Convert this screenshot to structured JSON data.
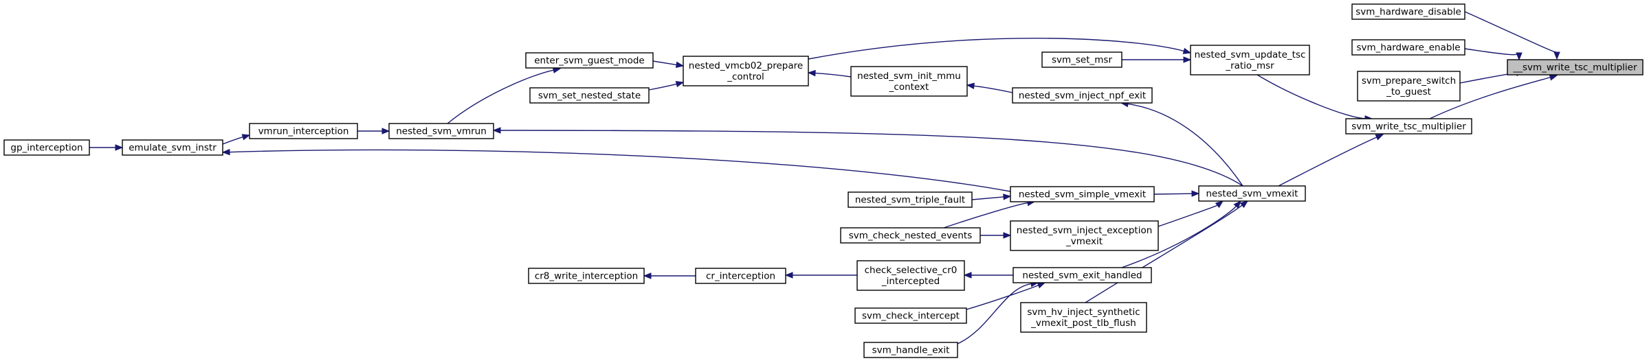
{
  "graph": {
    "edge_color": "#191970",
    "highlight_color": "#bfbfbf",
    "nodes": [
      {
        "id": "write_tsc_mult",
        "lines": [
          "__svm_write_tsc_multiplier"
        ],
        "highlight": true
      },
      {
        "id": "hw_disable",
        "lines": [
          "svm_hardware_disable"
        ]
      },
      {
        "id": "hw_enable",
        "lines": [
          "svm_hardware_enable"
        ]
      },
      {
        "id": "prepare_switch",
        "lines": [
          "svm_prepare_switch",
          "_to_guest"
        ]
      },
      {
        "id": "svm_write_tsc",
        "lines": [
          "svm_write_tsc_multiplier"
        ]
      },
      {
        "id": "update_tsc",
        "lines": [
          "nested_svm_update_tsc",
          "_ratio_msr"
        ]
      },
      {
        "id": "set_msr",
        "lines": [
          "svm_set_msr"
        ]
      },
      {
        "id": "vmexit",
        "lines": [
          "nested_svm_vmexit"
        ]
      },
      {
        "id": "vmcb02",
        "lines": [
          "nested_vmcb02_prepare",
          "_control"
        ]
      },
      {
        "id": "inject_npf",
        "lines": [
          "nested_svm_inject_npf_exit"
        ]
      },
      {
        "id": "vmrun",
        "lines": [
          "nested_svm_vmrun"
        ]
      },
      {
        "id": "simple_vmexit",
        "lines": [
          "nested_svm_simple_vmexit"
        ]
      },
      {
        "id": "inject_exc",
        "lines": [
          "nested_svm_inject_exception",
          "_vmexit"
        ]
      },
      {
        "id": "exit_handled",
        "lines": [
          "nested_svm_exit_handled"
        ]
      },
      {
        "id": "hv_inject",
        "lines": [
          "svm_hv_inject_synthetic",
          "_vmexit_post_tlb_flush"
        ]
      },
      {
        "id": "enter_guest",
        "lines": [
          "enter_svm_guest_mode"
        ]
      },
      {
        "id": "set_nested",
        "lines": [
          "svm_set_nested_state"
        ]
      },
      {
        "id": "init_mmu",
        "lines": [
          "nested_svm_init_mmu",
          "_context"
        ]
      },
      {
        "id": "vmrun_int",
        "lines": [
          "vmrun_interception"
        ]
      },
      {
        "id": "emulate",
        "lines": [
          "emulate_svm_instr"
        ]
      },
      {
        "id": "gp_int",
        "lines": [
          "gp_interception"
        ]
      },
      {
        "id": "triple_fault",
        "lines": [
          "nested_svm_triple_fault"
        ]
      },
      {
        "id": "check_nested",
        "lines": [
          "svm_check_nested_events"
        ]
      },
      {
        "id": "check_cr0",
        "lines": [
          "check_selective_cr0",
          "_intercepted"
        ]
      },
      {
        "id": "cr_int",
        "lines": [
          "cr_interception"
        ]
      },
      {
        "id": "cr8_write",
        "lines": [
          "cr8_write_interception"
        ]
      },
      {
        "id": "check_intercept",
        "lines": [
          "svm_check_intercept"
        ]
      },
      {
        "id": "handle_exit",
        "lines": [
          "svm_handle_exit"
        ]
      }
    ],
    "edges": [
      {
        "from": "hw_disable",
        "to": "write_tsc_mult"
      },
      {
        "from": "hw_enable",
        "to": "write_tsc_mult"
      },
      {
        "from": "prepare_switch",
        "to": "write_tsc_mult"
      },
      {
        "from": "svm_write_tsc",
        "to": "write_tsc_mult"
      },
      {
        "from": "update_tsc",
        "to": "svm_write_tsc"
      },
      {
        "from": "vmexit",
        "to": "svm_write_tsc"
      },
      {
        "from": "vmcb02",
        "to": "update_tsc"
      },
      {
        "from": "set_msr",
        "to": "update_tsc"
      },
      {
        "from": "enter_guest",
        "to": "vmcb02"
      },
      {
        "from": "set_nested",
        "to": "vmcb02"
      },
      {
        "from": "vmrun",
        "to": "enter_guest"
      },
      {
        "from": "vmrun_int",
        "to": "vmrun"
      },
      {
        "from": "emulate",
        "to": "vmrun_int"
      },
      {
        "from": "gp_int",
        "to": "emulate"
      },
      {
        "from": "inject_npf",
        "to": "init_mmu"
      },
      {
        "from": "init_mmu",
        "to": "vmcb02"
      },
      {
        "from": "vmexit",
        "to": "inject_npf"
      },
      {
        "from": "vmexit",
        "to": "vmrun"
      },
      {
        "from": "simple_vmexit",
        "to": "vmexit"
      },
      {
        "from": "inject_exc",
        "to": "vmexit"
      },
      {
        "from": "exit_handled",
        "to": "vmexit"
      },
      {
        "from": "hv_inject",
        "to": "vmexit"
      },
      {
        "from": "simple_vmexit",
        "to": "emulate"
      },
      {
        "from": "triple_fault",
        "to": "simple_vmexit"
      },
      {
        "from": "check_nested",
        "to": "simple_vmexit"
      },
      {
        "from": "check_nested",
        "to": "inject_exc"
      },
      {
        "from": "exit_handled",
        "to": "check_cr0"
      },
      {
        "from": "check_cr0",
        "to": "cr_int"
      },
      {
        "from": "cr_int",
        "to": "cr8_write"
      },
      {
        "from": "check_intercept",
        "to": "exit_handled"
      },
      {
        "from": "handle_exit",
        "to": "exit_handled"
      }
    ]
  }
}
